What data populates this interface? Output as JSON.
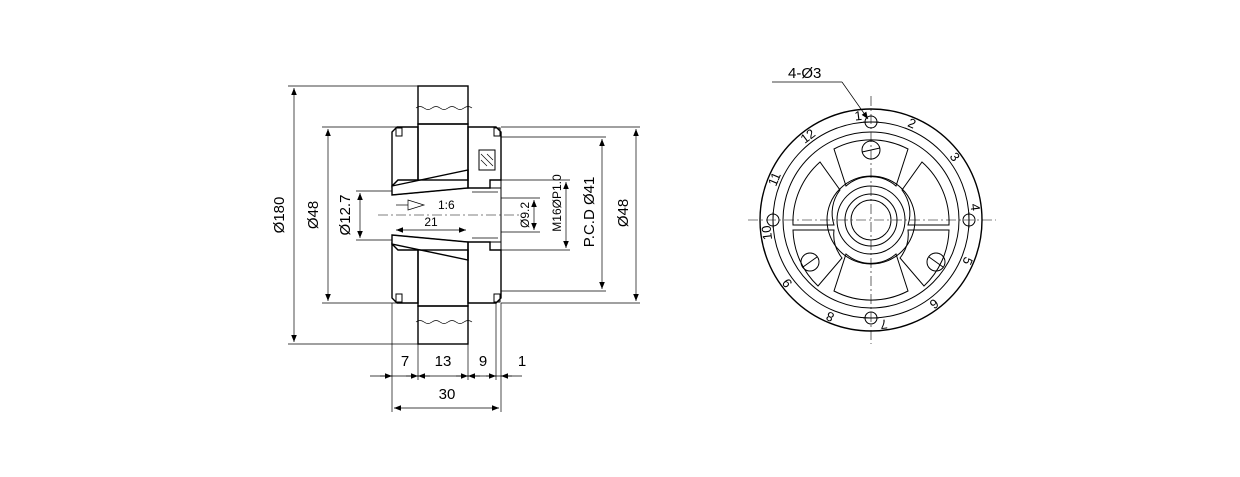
{
  "side_view": {
    "dim_outer_dia": "Ø180",
    "dim_flange_dia": "Ø48",
    "dim_bore_dia": "Ø12.7",
    "dim_taper": "1:6",
    "dim_bore_depth": "21",
    "dim_thread_bore": "Ø9.2",
    "dim_thread": "M16ØP1.0",
    "dim_pcd": "P.C.D Ø41",
    "dim_right_dia": "Ø48",
    "dim_w1": "7",
    "dim_w2": "13",
    "dim_w3": "9",
    "dim_w4": "1",
    "dim_total_width": "30"
  },
  "front_view": {
    "hole_callout": "4-Ø3",
    "position_numbers": [
      "1",
      "2",
      "3",
      "4",
      "5",
      "6",
      "7",
      "8",
      "9",
      "10",
      "11",
      "12"
    ]
  }
}
